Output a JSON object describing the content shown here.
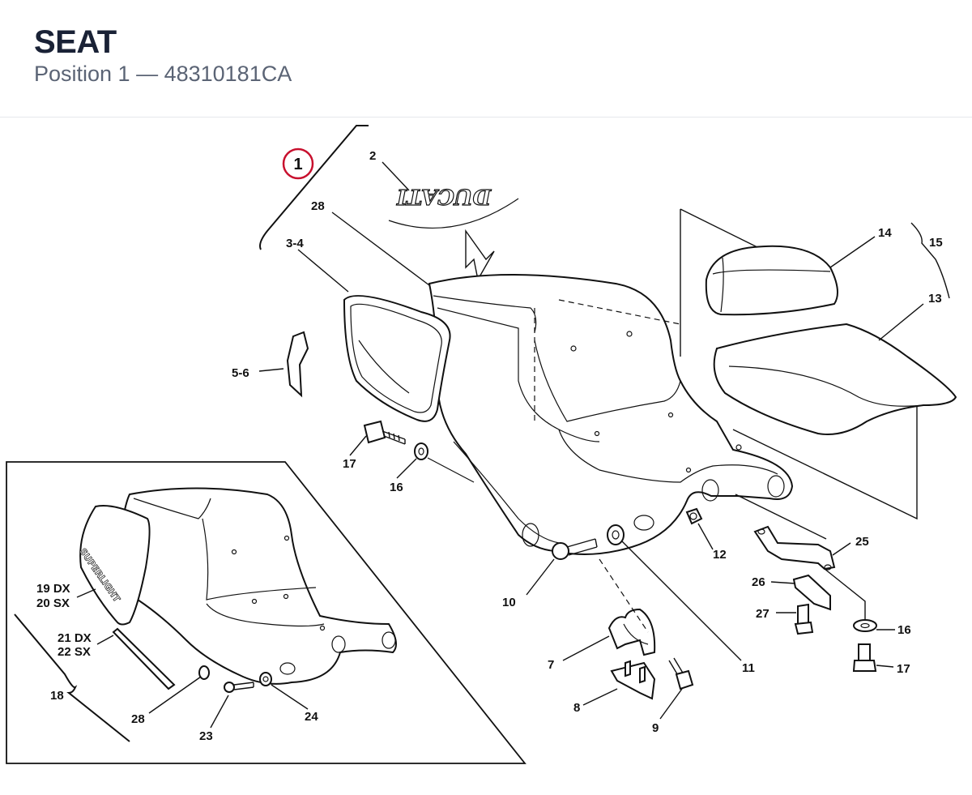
{
  "header": {
    "title": "SEAT",
    "subtitle": "Position 1 — 48310181CA"
  },
  "diagram": {
    "selected_position": "1",
    "decal_text": "DUCATI",
    "inset_decal_text": "SUPERLIGHT",
    "labels": {
      "l2": "2",
      "l28": "28",
      "l34": "3-4",
      "l56": "5-6",
      "l17a": "17",
      "l16a": "16",
      "l14": "14",
      "l15": "15",
      "l13": "13",
      "l10": "10",
      "l12": "12",
      "l25": "25",
      "l26": "26",
      "l27": "27",
      "l16b": "16",
      "l17b": "17",
      "l7": "7",
      "l8": "8",
      "l9": "9",
      "l11": "11",
      "l19": "19 DX",
      "l20": "20 SX",
      "l21": "21 DX",
      "l22": "22 SX",
      "l18": "18",
      "l28b": "28",
      "l23": "23",
      "l24": "24"
    },
    "highlight_color": "#c8102e"
  }
}
